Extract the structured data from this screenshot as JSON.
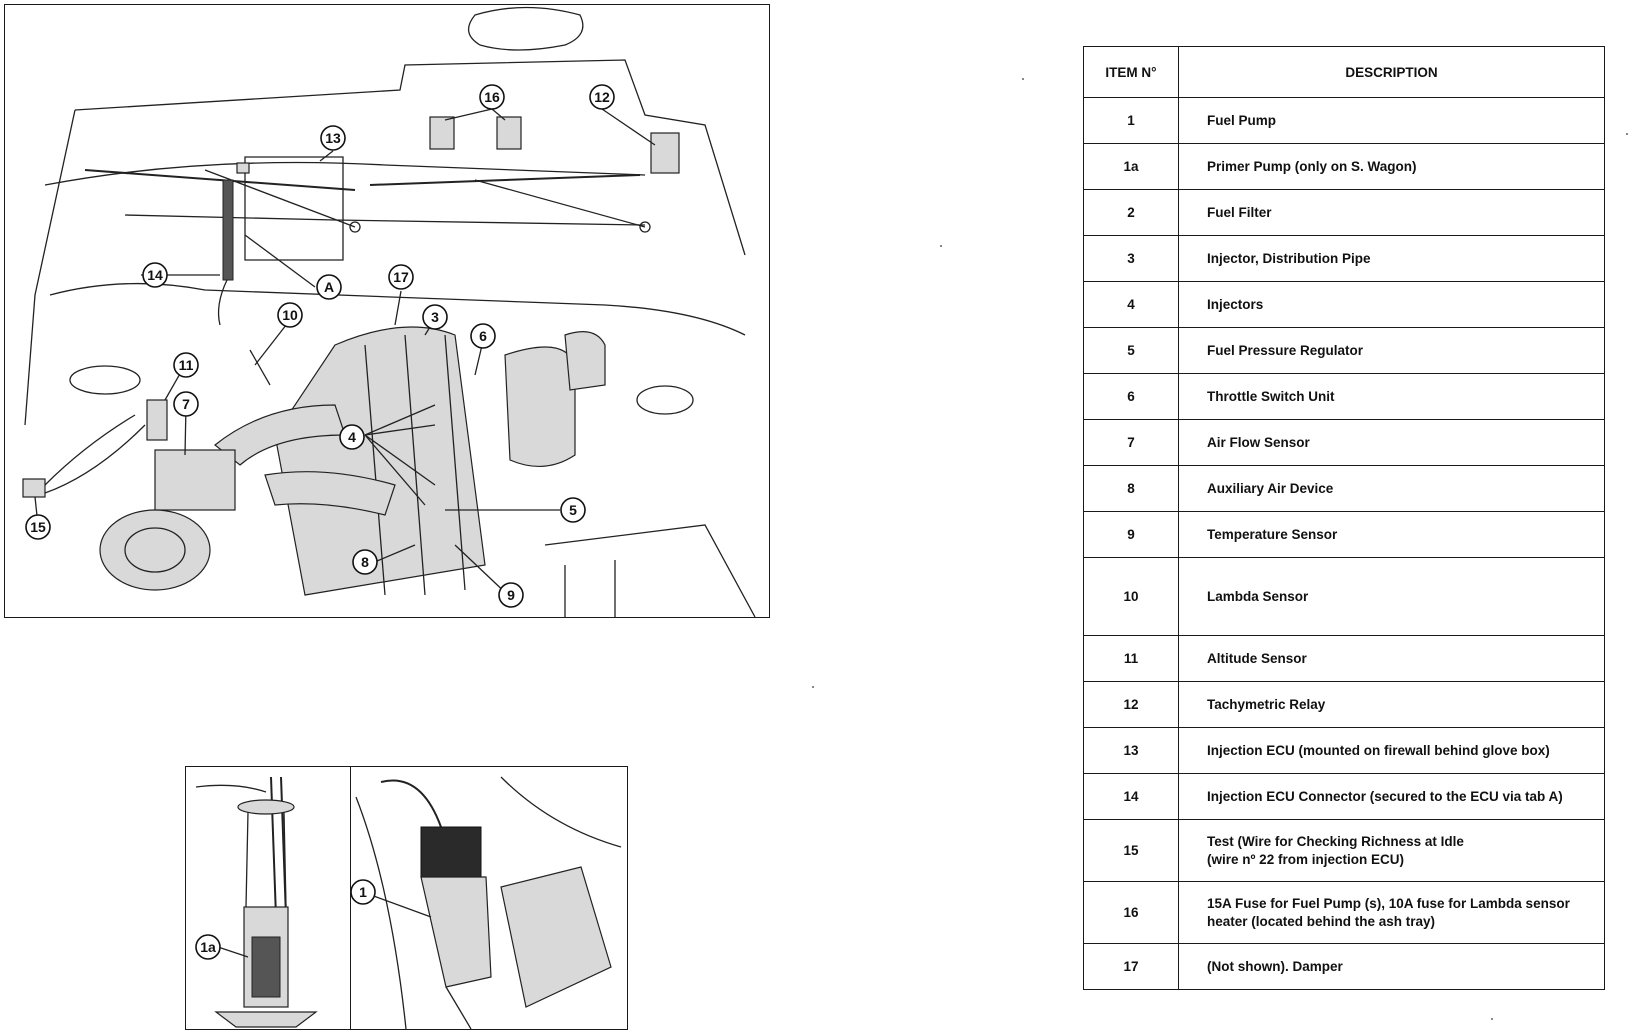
{
  "engine_bay_callouts": [
    {
      "id": "c16",
      "label": "16"
    },
    {
      "id": "c12",
      "label": "12"
    },
    {
      "id": "c13",
      "label": "13"
    },
    {
      "id": "c14",
      "label": "14"
    },
    {
      "id": "cA",
      "label": "A"
    },
    {
      "id": "c17",
      "label": "17"
    },
    {
      "id": "c10",
      "label": "10"
    },
    {
      "id": "c3",
      "label": "3"
    },
    {
      "id": "c6",
      "label": "6"
    },
    {
      "id": "c11",
      "label": "11"
    },
    {
      "id": "c7",
      "label": "7"
    },
    {
      "id": "c4",
      "label": "4"
    },
    {
      "id": "c5",
      "label": "5"
    },
    {
      "id": "c15",
      "label": "15"
    },
    {
      "id": "c8",
      "label": "8"
    },
    {
      "id": "c9",
      "label": "9"
    }
  ],
  "pump_callouts": {
    "primer": "1a",
    "fuel": "1"
  },
  "table": {
    "header_item": "ITEM N°",
    "header_description": "DESCRIPTION",
    "rows": [
      {
        "item": "1",
        "description": "Fuel Pump"
      },
      {
        "item": "1a",
        "description": "Primer Pump (only on S. Wagon)"
      },
      {
        "item": "2",
        "description": "Fuel Filter"
      },
      {
        "item": "3",
        "description": "Injector, Distribution Pipe"
      },
      {
        "item": "4",
        "description": "Injectors"
      },
      {
        "item": "5",
        "description": "Fuel Pressure Regulator"
      },
      {
        "item": "6",
        "description": "Throttle Switch Unit"
      },
      {
        "item": "7",
        "description": "Air Flow Sensor"
      },
      {
        "item": "8",
        "description": "Auxiliary Air Device"
      },
      {
        "item": "9",
        "description": "Temperature Sensor"
      },
      {
        "item": "10",
        "description": "Lambda Sensor"
      },
      {
        "item": "11",
        "description": "Altitude Sensor"
      },
      {
        "item": "12",
        "description": "Tachymetric Relay"
      },
      {
        "item": "13",
        "description": "Injection ECU (mounted on firewall behind glove box)"
      },
      {
        "item": "14",
        "description": "Injection ECU Connector (secured to the ECU via tab A)"
      },
      {
        "item": "15",
        "description": "Test (Wire for Checking Richness at Idle",
        "description_line2": "(wire nº 22 from injection ECU)"
      },
      {
        "item": "16",
        "description": "15A Fuse for Fuel Pump (s), 10A fuse for Lambda sensor",
        "description_line2": "heater (located behind the ash tray)"
      },
      {
        "item": "17",
        "description": "(Not shown). Damper"
      }
    ]
  }
}
